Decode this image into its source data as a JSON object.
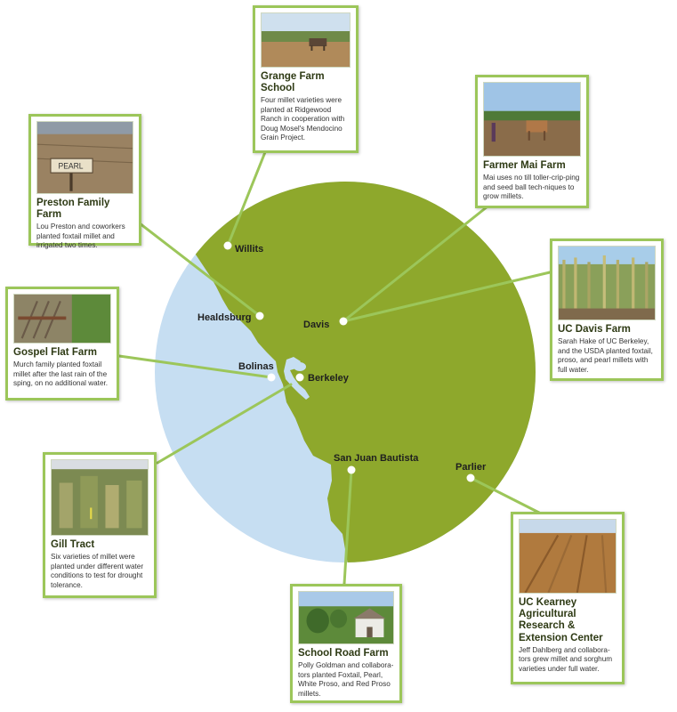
{
  "map": {
    "colors": {
      "water": "#c6def2",
      "land": "#8ea82c",
      "connector": "#9cc65a",
      "card_border": "#9cc65a"
    },
    "places": [
      {
        "id": "willits",
        "label": "Willits"
      },
      {
        "id": "healdsburg",
        "label": "Healdsburg"
      },
      {
        "id": "davis",
        "label": "Davis"
      },
      {
        "id": "bolinas",
        "label": "Bolinas"
      },
      {
        "id": "berkeley",
        "label": "Berkeley"
      },
      {
        "id": "san-juan-bautista",
        "label": "San Juan Bautista"
      },
      {
        "id": "parlier",
        "label": "Parlier"
      }
    ]
  },
  "cards": [
    {
      "id": "grange",
      "title": "Grange Farm School",
      "description": "Four millet varieties were planted at Ridgewood Ranch in cooperation with Doug Mosel's Mendocino Grain Project.",
      "photo": "farm-field-with-horse-photo"
    },
    {
      "id": "preston",
      "title": "Preston Family Farm",
      "description": "Lou Preston and coworkers planted foxtail millet and irrigated two times.",
      "photo": "field-with-pearl-sign-photo"
    },
    {
      "id": "mai",
      "title": "Farmer Mai Farm",
      "description": "Mai uses no till toller-crip-ping and seed ball tech-niques to grow millets.",
      "photo": "horse-plowing-photo"
    },
    {
      "id": "ucdavis",
      "title": "UC Davis Farm",
      "description": "Sarah Hake of UC Berkeley, and the USDA planted foxtail, proso, and pearl millets with full water.",
      "photo": "tall-millet-rows-photo"
    },
    {
      "id": "gospel",
      "title": "Gospel Flat Farm",
      "description": "Murch family planted foxtail millet after the last rain of the sping, on no additional water.",
      "photo": "cultivator-tool-photo"
    },
    {
      "id": "gill",
      "title": "Gill Tract",
      "description": "Six varieties of millet were planted under different water conditions to test for drought tolerance.",
      "photo": "research-plots-photo"
    },
    {
      "id": "schoolroad",
      "title": "School Road Farm",
      "description": "Polly Goldman and collabora-tors planted Foxtail, Pearl, White Proso, and Red Proso millets.",
      "photo": "farmhouse-photo"
    },
    {
      "id": "kearney",
      "title": "UC Kearney Agricultural Research & Extension Center",
      "description": "Jeff Dahlberg and collabora-tors grew millet and sorghum varieties under full water.",
      "photo": "sorghum-field-photo"
    }
  ]
}
